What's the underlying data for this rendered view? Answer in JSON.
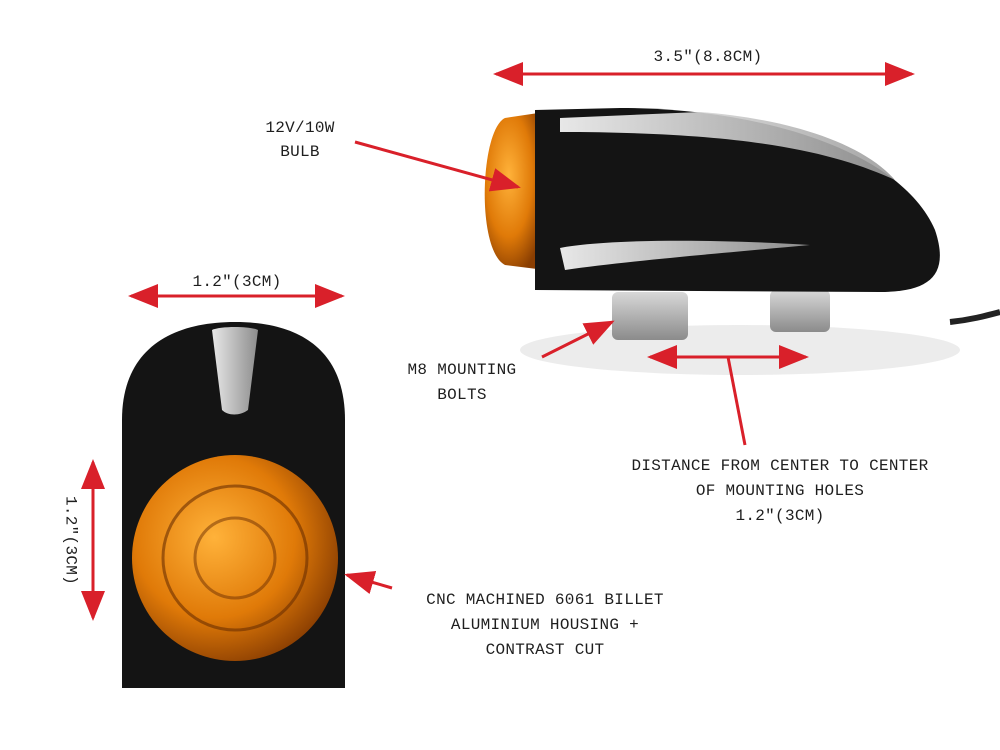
{
  "labels": {
    "overall_length": "3.5″(8.8CM)",
    "bulb_line1": "12V/10W",
    "bulb_line2": "BULB",
    "front_width": "1.2″(3CM)",
    "front_height": "1.2″(3CM)",
    "bolts_line1": "M8 MOUNTING",
    "bolts_line2": "BOLTS",
    "distance_line1": "DISTANCE FROM CENTER TO CENTER",
    "distance_line2": "OF MOUNTING HOLES",
    "distance_line3": "1.2″(3CM)",
    "housing_line1": "CNC MACHINED 6061 BILLET",
    "housing_line2": "ALUMINIUM HOUSING +",
    "housing_line3": "CONTRAST CUT"
  },
  "colors": {
    "annotation": "#d9202a",
    "housing": "#111111",
    "lens": "#e8890f"
  }
}
